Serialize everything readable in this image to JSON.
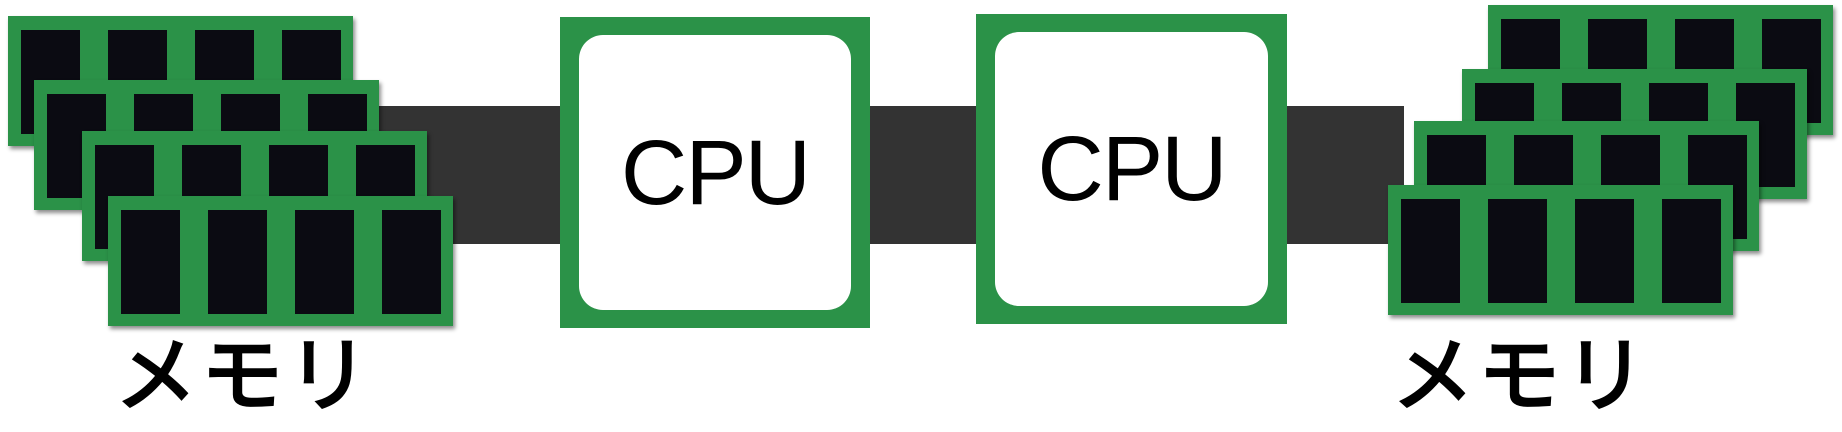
{
  "diagram": {
    "left_memory": {
      "label": "メモリ",
      "module_count": 4
    },
    "cpus": [
      {
        "label": "CPU"
      },
      {
        "label": "CPU"
      }
    ],
    "right_memory": {
      "label": "メモリ",
      "module_count": 4
    },
    "colors": {
      "module_green": "#2b9248",
      "chip_black": "#0b0b12",
      "bus_gray": "#333333",
      "die_white": "#ffffff"
    }
  }
}
